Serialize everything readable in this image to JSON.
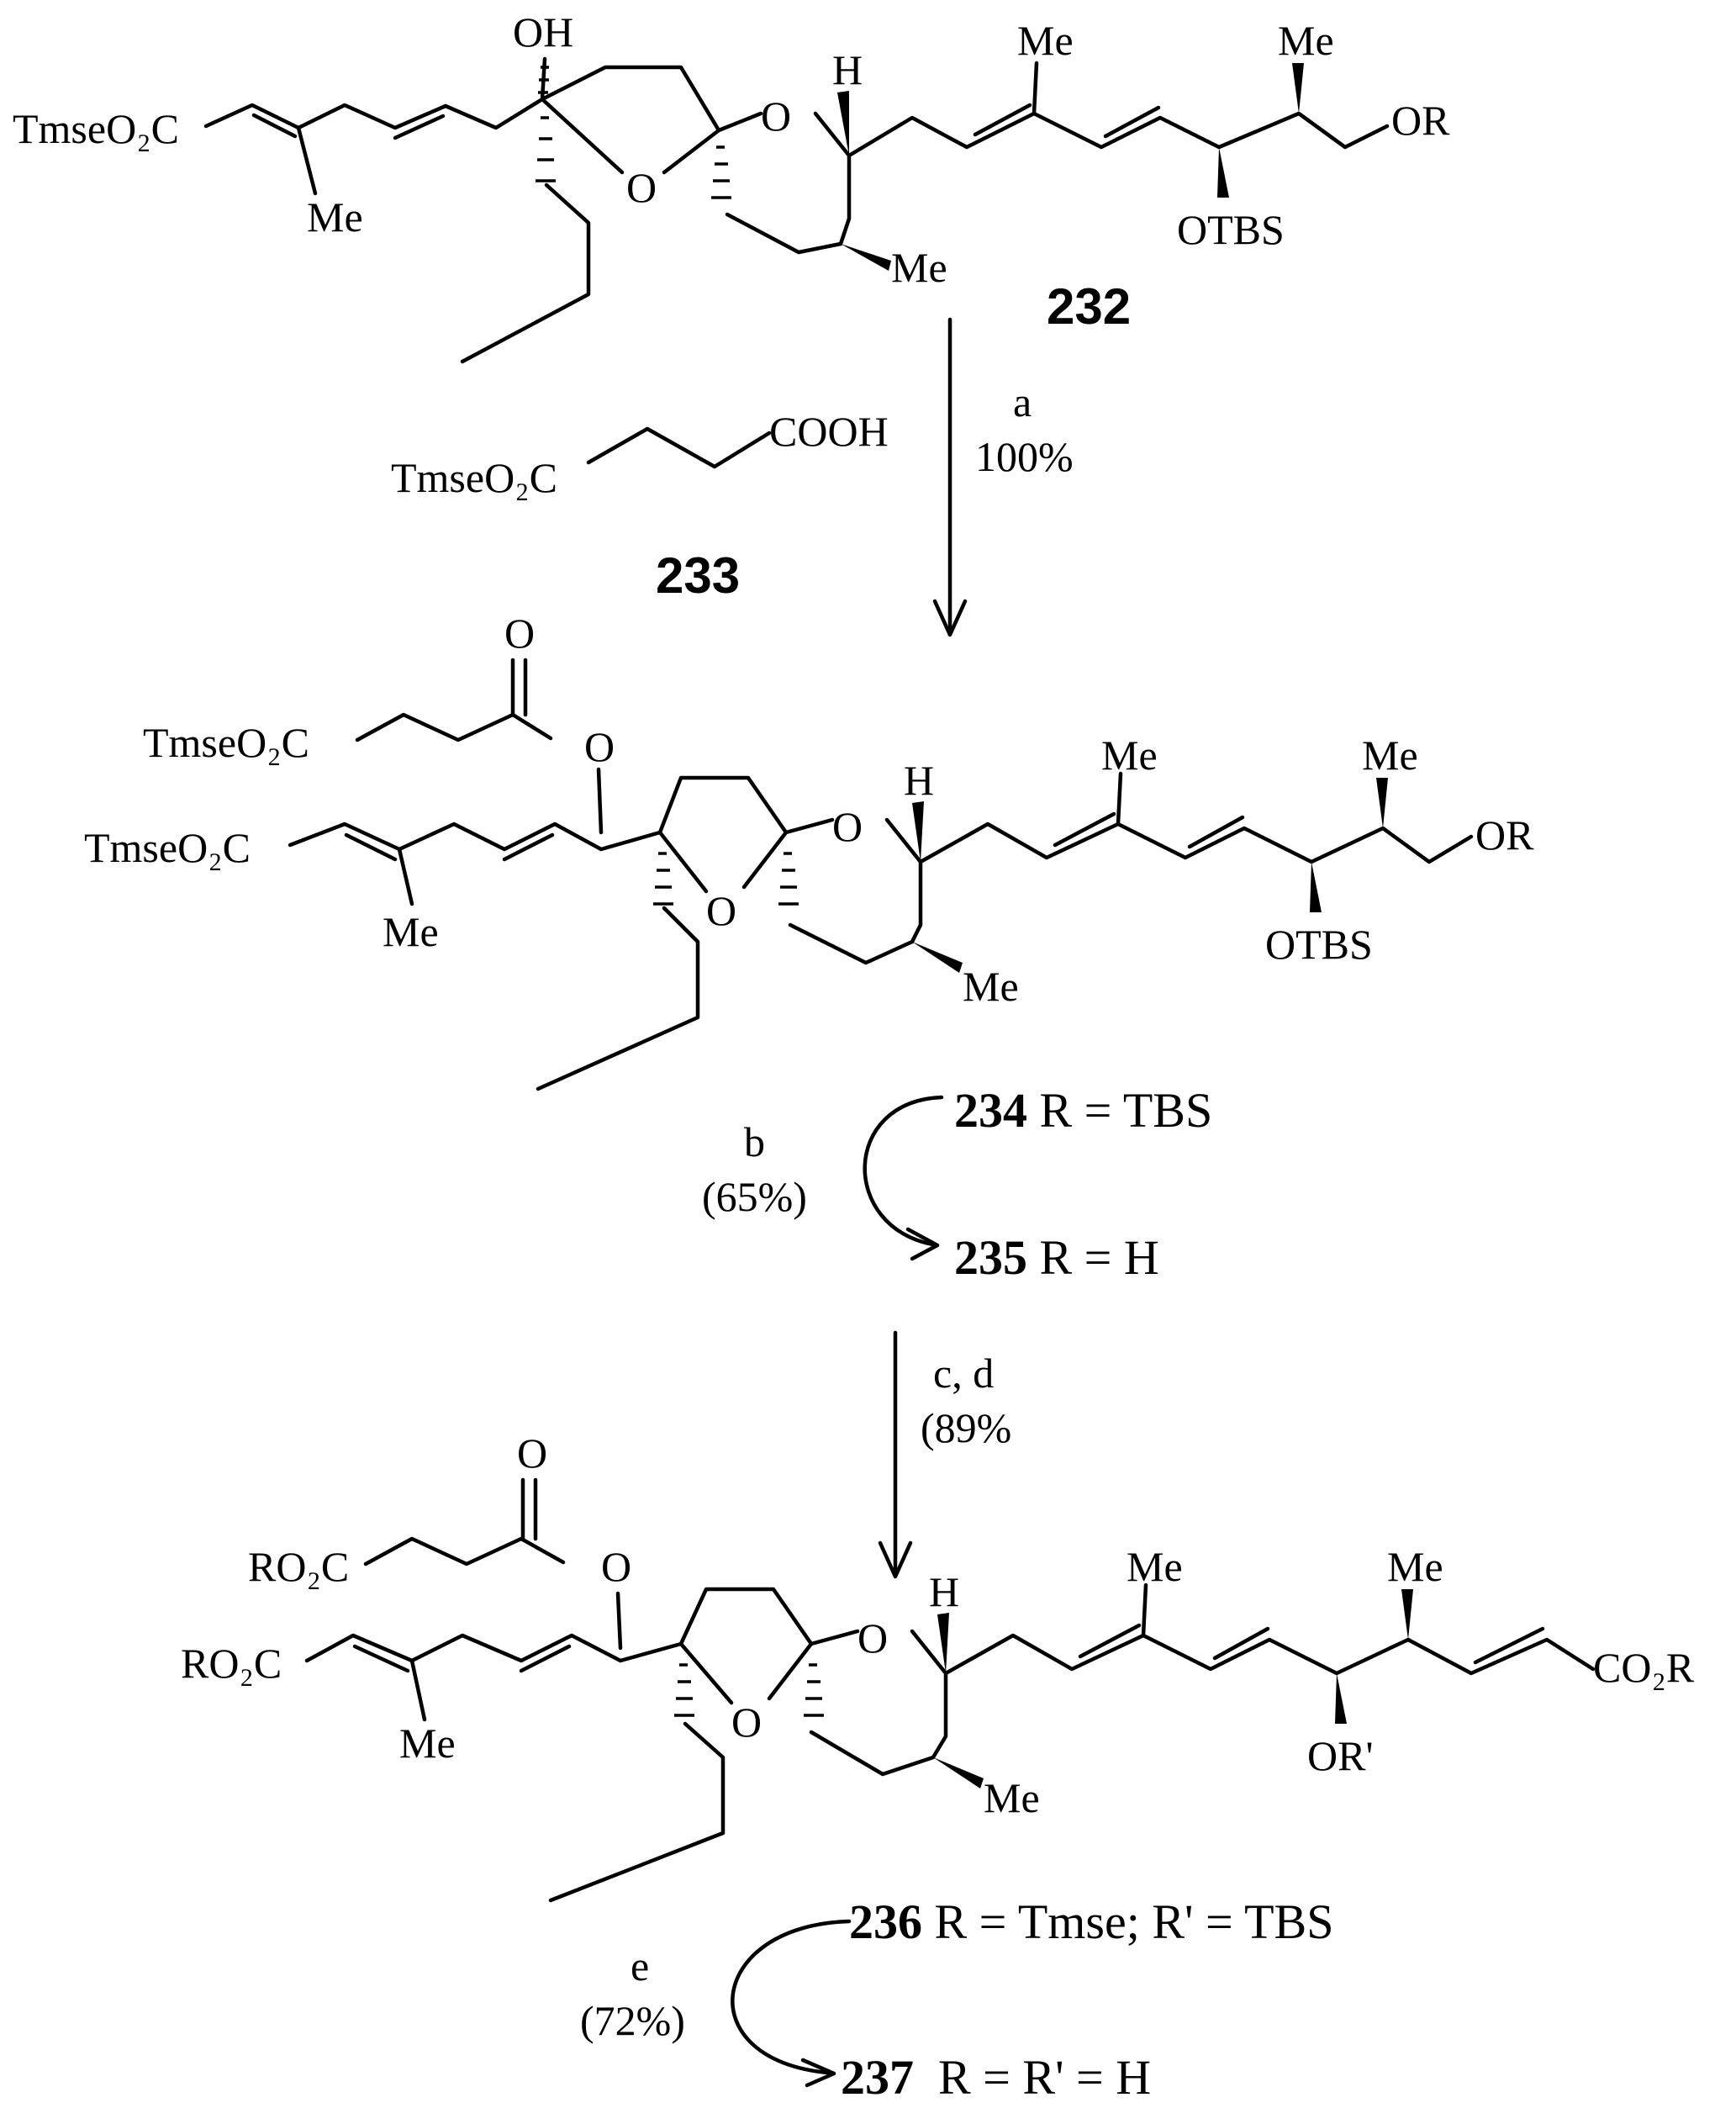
{
  "compounds": {
    "c232": {
      "number": "232",
      "labels": {
        "ester": "TmseO₂C",
        "me_diene": "Me",
        "oh": "OH",
        "o_thf": "O",
        "o_thp": "O",
        "h_thp": "H",
        "me_thp": "Me",
        "me_chain": "Me",
        "me_chain2": "Me",
        "otbs": "OTBS",
        "or": "OR"
      }
    },
    "c233": {
      "number": "233",
      "labels": {
        "ester": "TmseO₂C",
        "acid": "COOH"
      }
    },
    "c234": {
      "labels": {
        "ester_top": "TmseO₂C",
        "carbonyl_o": "O",
        "ester_o": "O",
        "ester": "TmseO₂C",
        "me_diene": "Me",
        "o_thf": "O",
        "o_thp": "O",
        "h_thp": "H",
        "me_thp": "Me",
        "me_chain": "Me",
        "me_chain2": "Me",
        "otbs": "OTBS",
        "or": "OR"
      }
    },
    "c236": {
      "labels": {
        "ester_top": "RO₂C",
        "carbonyl_o": "O",
        "ester_o": "O",
        "ester": "RO₂C",
        "me_diene": "Me",
        "o_thf": "O",
        "o_thp": "O",
        "h_thp": "H",
        "me_thp": "Me",
        "me_chain": "Me",
        "me_chain2": "Me",
        "or_prime": "OR'",
        "co2r": "CO₂R"
      }
    }
  },
  "steps": {
    "a": {
      "letter": "a",
      "yield": "100%"
    },
    "b": {
      "letter": "b",
      "yield": "(65%)"
    },
    "cd": {
      "letter": "c, d",
      "yield": "(89%"
    },
    "e": {
      "letter": "e",
      "yield": "(72%)"
    }
  },
  "captions": {
    "c234": {
      "num": "234",
      "text": " R = TBS"
    },
    "c235": {
      "num": "235",
      "text": " R = H"
    },
    "c236": {
      "num": "236",
      "text": " R = Tmse; R' = TBS"
    },
    "c237": {
      "num": "237",
      "text": "  R = R' = H"
    }
  }
}
